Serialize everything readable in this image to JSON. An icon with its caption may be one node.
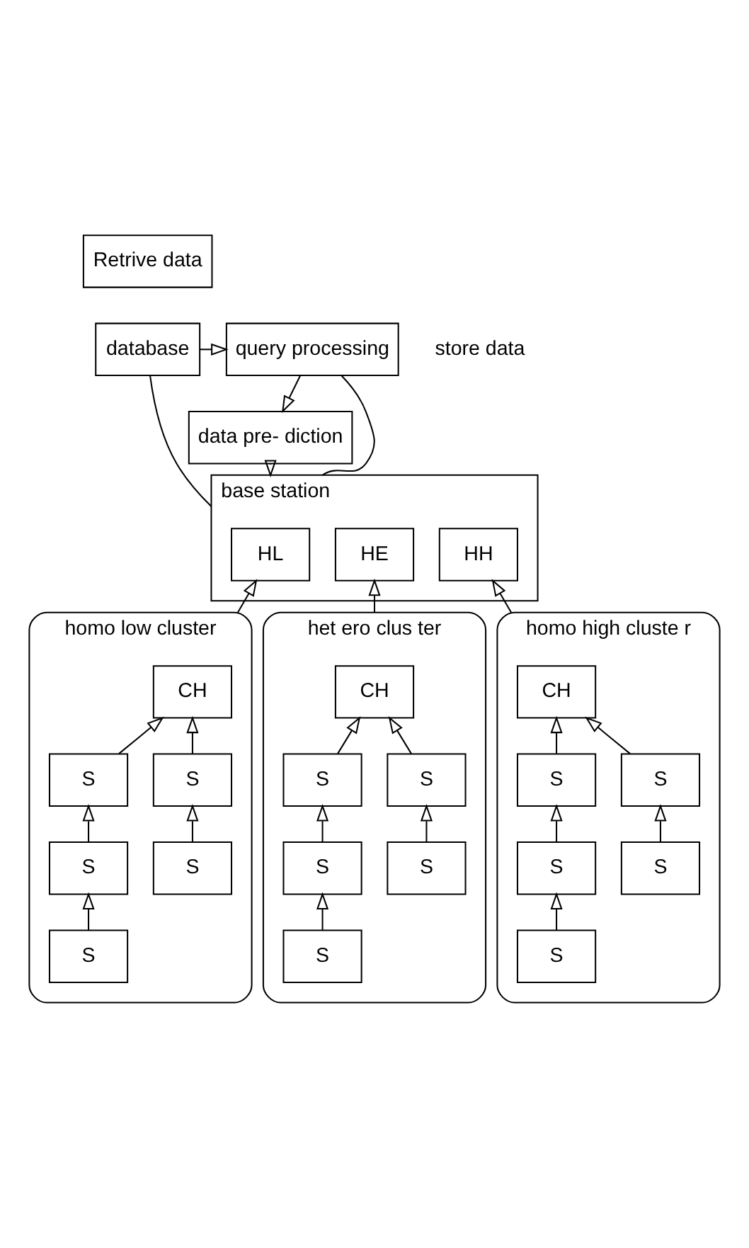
{
  "diagram": {
    "nodes": [
      {
        "text": [
          "Retrive data"
        ]
      },
      {
        "text": [
          "database"
        ]
      },
      {
        "text": [
          "query processing"
        ]
      },
      {
        "text": [
          "data pre- diction"
        ]
      },
      {
        "text": [
          "base station"
        ]
      },
      {
        "text": [
          "HL"
        ],
        "in": 4
      },
      {
        "text": [
          "HE"
        ],
        "in": 4
      },
      {
        "text": [
          "HH"
        ],
        "in": 4
      },
      {
        "text": [
          "homo low cluster"
        ]
      },
      {
        "text": [
          "CH"
        ],
        "in": 8
      },
      {
        "text": [
          "S"
        ],
        "in": 8
      },
      {
        "text": [
          "S"
        ],
        "in": 8
      },
      {
        "text": [
          "S"
        ],
        "in": 8
      },
      {
        "text": [
          "S"
        ],
        "in": 8
      },
      {
        "text": [
          "S"
        ],
        "in": 8
      },
      {
        "text": [
          "het ero clus ter"
        ]
      },
      {
        "text": [
          "CH"
        ],
        "in": 15
      },
      {
        "text": [
          "S"
        ],
        "in": 15
      },
      {
        "text": [
          "S"
        ],
        "in": 15
      },
      {
        "text": [
          "S"
        ],
        "in": 15
      },
      {
        "text": [
          "S"
        ],
        "in": 15
      },
      {
        "text": [
          "S"
        ],
        "in": 15
      },
      {
        "text": [
          "homo high cluste r"
        ]
      },
      {
        "text": [
          "CH"
        ],
        "in": 22
      },
      {
        "text": [
          "S"
        ],
        "in": 22
      },
      {
        "text": [
          "S"
        ],
        "in": 22
      },
      {
        "text": [
          "S"
        ],
        "in": 22
      },
      {
        "text": [
          "S"
        ],
        "in": 22
      },
      {
        "text": [
          "S"
        ],
        "in": 22
      }
    ],
    "edges": [
      {
        "from": 1,
        "to": 2,
        "arrow": "to"
      },
      {
        "from": 1,
        "to": 4,
        "arrow": "none"
      },
      {
        "from": 2,
        "to": 4,
        "arrow": "none"
      },
      {
        "from": 2,
        "to": 3,
        "arrow": "to"
      },
      {
        "from": 3,
        "to": 4,
        "arrow": "to"
      },
      {
        "from": 8,
        "to": 5,
        "arrow": "to"
      },
      {
        "from": 15,
        "to": 6,
        "arrow": "to"
      },
      {
        "from": 22,
        "to": 7,
        "arrow": "to"
      },
      {
        "from": 10,
        "to": 9,
        "arrow": "to"
      },
      {
        "from": 11,
        "to": 10,
        "arrow": "to"
      },
      {
        "from": 12,
        "to": 11,
        "arrow": "to"
      },
      {
        "from": 13,
        "to": 9,
        "arrow": "to"
      },
      {
        "from": 14,
        "to": 13,
        "arrow": "to"
      },
      {
        "from": 17,
        "to": 16,
        "arrow": "to"
      },
      {
        "from": 18,
        "to": 17,
        "arrow": "to"
      },
      {
        "from": 19,
        "to": 18,
        "arrow": "to"
      },
      {
        "from": 20,
        "to": 16,
        "arrow": "to"
      },
      {
        "from": 21,
        "to": 20,
        "arrow": "to"
      },
      {
        "from": 24,
        "to": 23,
        "arrow": "to"
      },
      {
        "from": 25,
        "to": 24,
        "arrow": "to"
      },
      {
        "from": 26,
        "to": 25,
        "arrow": "to"
      },
      {
        "from": 27,
        "to": 23,
        "arrow": "to"
      },
      {
        "from": 28,
        "to": 27,
        "arrow": "to"
      }
    ],
    "labels": [
      "store data"
    ]
  }
}
